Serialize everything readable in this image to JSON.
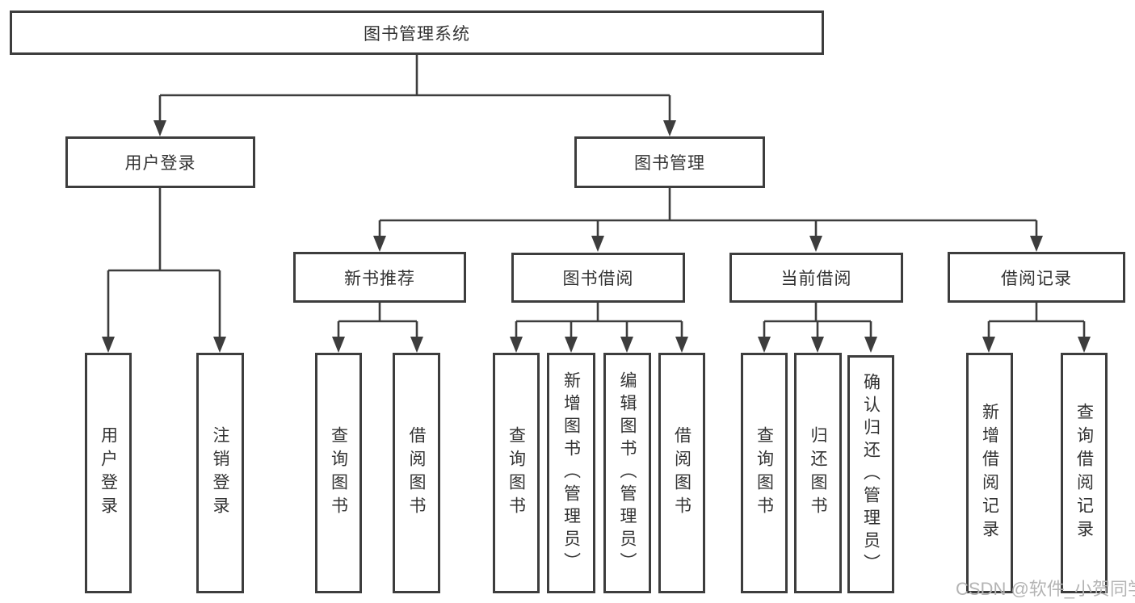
{
  "watermark": "CSDN @软件_小贺同学",
  "tree": {
    "root": {
      "label": "图书管理系统"
    },
    "branches": [
      {
        "label": "用户登录",
        "children": [
          {
            "label": "用户登录"
          },
          {
            "label": "注销登录"
          }
        ]
      },
      {
        "label": "图书管理",
        "children": [
          {
            "label": "新书推荐",
            "children": [
              {
                "label": "查询图书"
              },
              {
                "label": "借阅图书"
              }
            ]
          },
          {
            "label": "图书借阅",
            "children": [
              {
                "label": "查询图书"
              },
              {
                "label": "新增图书（管理员）"
              },
              {
                "label": "编辑图书（管理员）"
              },
              {
                "label": "借阅图书"
              }
            ]
          },
          {
            "label": "当前借阅",
            "children": [
              {
                "label": "查询图书"
              },
              {
                "label": "归还图书"
              },
              {
                "label": "确认归还（管理员）"
              }
            ]
          },
          {
            "label": "借阅记录",
            "children": [
              {
                "label": "新增借阅记录"
              },
              {
                "label": "查询借阅记录"
              }
            ]
          }
        ]
      }
    ]
  }
}
